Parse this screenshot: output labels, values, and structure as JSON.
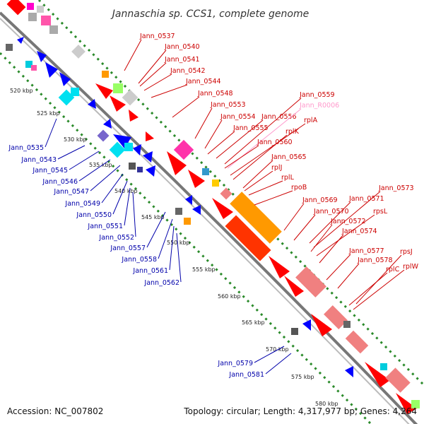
{
  "title": "Jannaschia sp. CCS1, complete genome",
  "footer": {
    "accession": "Accession: NC_007802",
    "topology": "Topology: circular; Length: 4,317,977 bp; Genes: 4,264"
  },
  "colors": {
    "backbone": "#888888",
    "dotted_track": "#2a8a2a",
    "plus_label": "#cc0000",
    "minus_label": "#0000aa",
    "rna_label": "#ff99cc",
    "gene_red": "#ff0000",
    "gene_blue": "#0000ff",
    "gene_orange": "#ff9900",
    "gene_pink": "#f08080",
    "gene_magenta": "#ff33aa",
    "gene_cyan": "#00d8e8",
    "gene_gray": "#aaaaaa",
    "gene_dark": "#555555",
    "gene_violet": "#7766cc"
  },
  "ticks": [
    "520 kbp",
    "525 kbp",
    "530 kbp",
    "535 kbp",
    "540 kbp",
    "545 kbp",
    "550 kbp",
    "555 kbp",
    "560 kbp",
    "565 kbp",
    "570 kbp",
    "575 kbp",
    "580 kbp"
  ],
  "plus_labels": [
    "Jann_0537",
    "Jann_0540",
    "Jann_0541",
    "Jann_0542",
    "Jann_0544",
    "Jann_0548",
    "Jann_0553",
    "Jann_0554",
    "Jann_0556",
    "Jann_0559",
    "Jann_R0006",
    "Jann_0555",
    "rplA",
    "rplK",
    "Jann_0560",
    "Jann_0565",
    "rplJ",
    "rplL",
    "rpoB",
    "Jann_0569",
    "Jann_0573",
    "Jann_0571",
    "Jann_0570",
    "rpsL",
    "Jann_0572",
    "Jann_0574",
    "Jann_0577",
    "rpsJ",
    "Jann_0578",
    "rplC",
    "rplW"
  ],
  "minus_labels": [
    "Jann_0535",
    "Jann_0543",
    "Jann_0545",
    "Jann_0546",
    "Jann_0547",
    "Jann_0549",
    "Jann_0550",
    "Jann_0551",
    "Jann_0552",
    "Jann_0557",
    "Jann_0558",
    "Jann_0561",
    "Jann_0562",
    "Jann_0579",
    "Jann_0581"
  ]
}
